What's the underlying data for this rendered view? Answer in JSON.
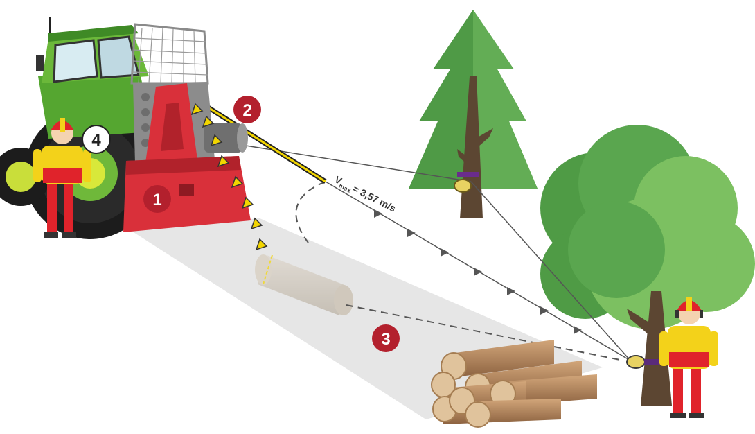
{
  "badges": [
    {
      "label": "1"
    },
    {
      "label": "2"
    },
    {
      "label": "3"
    },
    {
      "label": "4"
    }
  ],
  "speed_label": {
    "symbol": "V",
    "subscript": "max",
    "value": "= 3,57 m/s"
  },
  "colors": {
    "tractor_green": "#55a630",
    "winch_red": "#d9303a",
    "badge_red": "#b3202d",
    "badge_white": "#ffffff",
    "rope_yellow": "#f2d500",
    "conifer_dark": "#3f8a3c",
    "conifer_light": "#5aa64f",
    "deciduous_dark": "#4f9b45",
    "deciduous_light": "#7cc061",
    "trunk": "#5c4632",
    "log": "#b88a5e",
    "log_end": "#e0c39c",
    "worker_yellow": "#f3d21a",
    "worker_red": "#e0232b",
    "shadow_grey": "#e2e2e2"
  }
}
